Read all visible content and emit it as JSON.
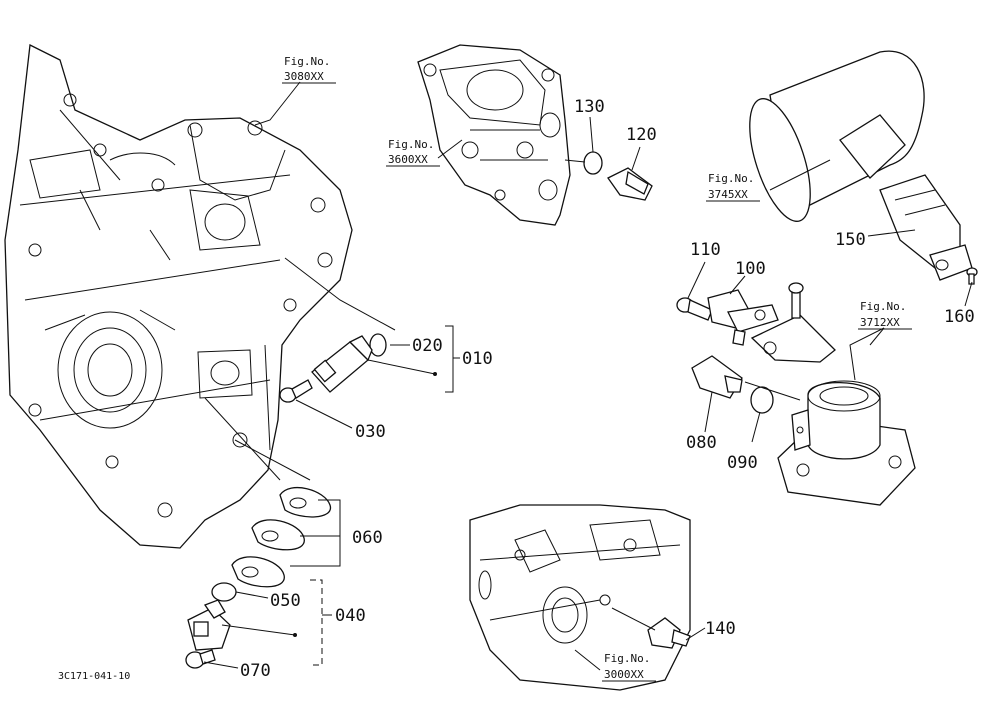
{
  "parts": [
    {
      "key": "p010",
      "label": "010"
    },
    {
      "key": "p020",
      "label": "020"
    },
    {
      "key": "p030",
      "label": "030"
    },
    {
      "key": "p040",
      "label": "040"
    },
    {
      "key": "p050",
      "label": "050"
    },
    {
      "key": "p060",
      "label": "060"
    },
    {
      "key": "p070",
      "label": "070"
    },
    {
      "key": "p080",
      "label": "080"
    },
    {
      "key": "p090",
      "label": "090"
    },
    {
      "key": "p100",
      "label": "100"
    },
    {
      "key": "p110",
      "label": "110"
    },
    {
      "key": "p120",
      "label": "120"
    },
    {
      "key": "p130",
      "label": "130"
    },
    {
      "key": "p140",
      "label": "140"
    },
    {
      "key": "p150",
      "label": "150"
    },
    {
      "key": "p160",
      "label": "160"
    }
  ],
  "figure_refs": [
    {
      "key": "f3080",
      "prefix": "Fig.No.",
      "code": "3080XX"
    },
    {
      "key": "f3600",
      "prefix": "Fig.No.",
      "code": "3600XX"
    },
    {
      "key": "f3745",
      "prefix": "Fig.No.",
      "code": "3745XX"
    },
    {
      "key": "f3712",
      "prefix": "Fig.No.",
      "code": "3712XX"
    },
    {
      "key": "f3000",
      "prefix": "Fig.No.",
      "code": "3000XX"
    }
  ],
  "drawing_code": "3C171-041-10",
  "line_color": "#111111",
  "background_color": "#ffffff"
}
